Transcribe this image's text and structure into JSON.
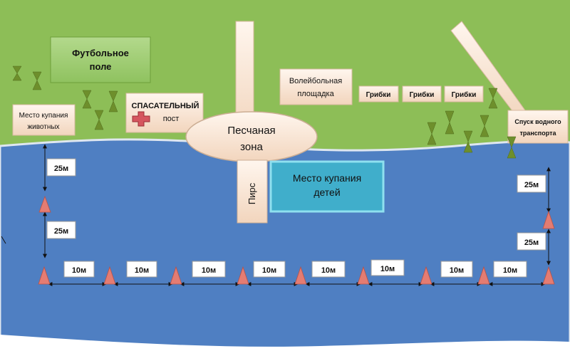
{
  "labels": {
    "football": [
      "Футбольное",
      "поле"
    ],
    "lifeguard": [
      "СПАСАТЕЛЬНЫЙ",
      "пост"
    ],
    "animals": [
      "Место купания",
      "животных"
    ],
    "sand": [
      "Песчаная",
      "зона"
    ],
    "volleyball": [
      "Волейбольная",
      "площадка"
    ],
    "mushrooms": [
      "Грибки",
      "Грибки",
      "Грибки"
    ],
    "boat_launch": [
      "Спуск водного",
      "транспорта"
    ],
    "pier": "Пирс",
    "kids": [
      "Место купания",
      "детей"
    ]
  },
  "distances": {
    "left_top": "25м",
    "left_bottom": "25м",
    "right_top": "25м",
    "right_bottom": "25м",
    "bottom": [
      "10м",
      "10м",
      "10м",
      "10м",
      "10м",
      "10м",
      "10м",
      "10м"
    ]
  },
  "colors": {
    "grass": "#8DBE57",
    "water": "#4F7FC2",
    "sand": "#F6DDC8",
    "kids_zone": "#40AECB",
    "buoy": "#E47C72",
    "tree": "#6E8F2C"
  },
  "icons": {
    "buoy": "cone-buoy-icon",
    "tree": "hourglass-tree-icon",
    "cross": "first-aid-cross-icon"
  }
}
